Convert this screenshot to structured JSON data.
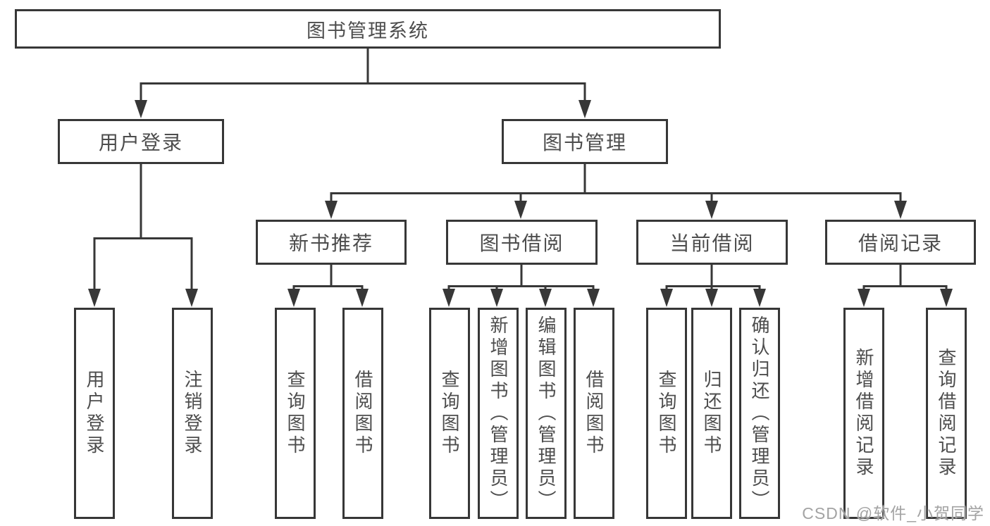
{
  "colors": {
    "line": "#373737",
    "text": "#4d4d4d",
    "watermark": "#a3a3a3",
    "background": "#ffffff"
  },
  "diagram": {
    "type": "hierarchy",
    "root": {
      "label": "图书管理系统"
    },
    "level2": [
      {
        "label": "用户登录"
      },
      {
        "label": "图书管理"
      }
    ],
    "level3": [
      {
        "label": "新书推荐",
        "parent": "图书管理"
      },
      {
        "label": "图书借阅",
        "parent": "图书管理"
      },
      {
        "label": "当前借阅",
        "parent": "图书管理"
      },
      {
        "label": "借阅记录",
        "parent": "图书管理"
      }
    ],
    "leaves": {
      "user_login": [
        "用户登录",
        "注销登录"
      ],
      "new_book": [
        "查询图书",
        "借阅图书"
      ],
      "book_borrow": [
        "查询图书",
        "新增图书（管理员）",
        "编辑图书（管理员）",
        "借阅图书"
      ],
      "current_borrow": [
        "查询图书",
        "归还图书",
        "确认归还（管理员）"
      ],
      "borrow_record": [
        "新增借阅记录",
        "查询借阅记录"
      ]
    }
  },
  "watermark": {
    "text": "CSDN @软件_小贺同学"
  }
}
